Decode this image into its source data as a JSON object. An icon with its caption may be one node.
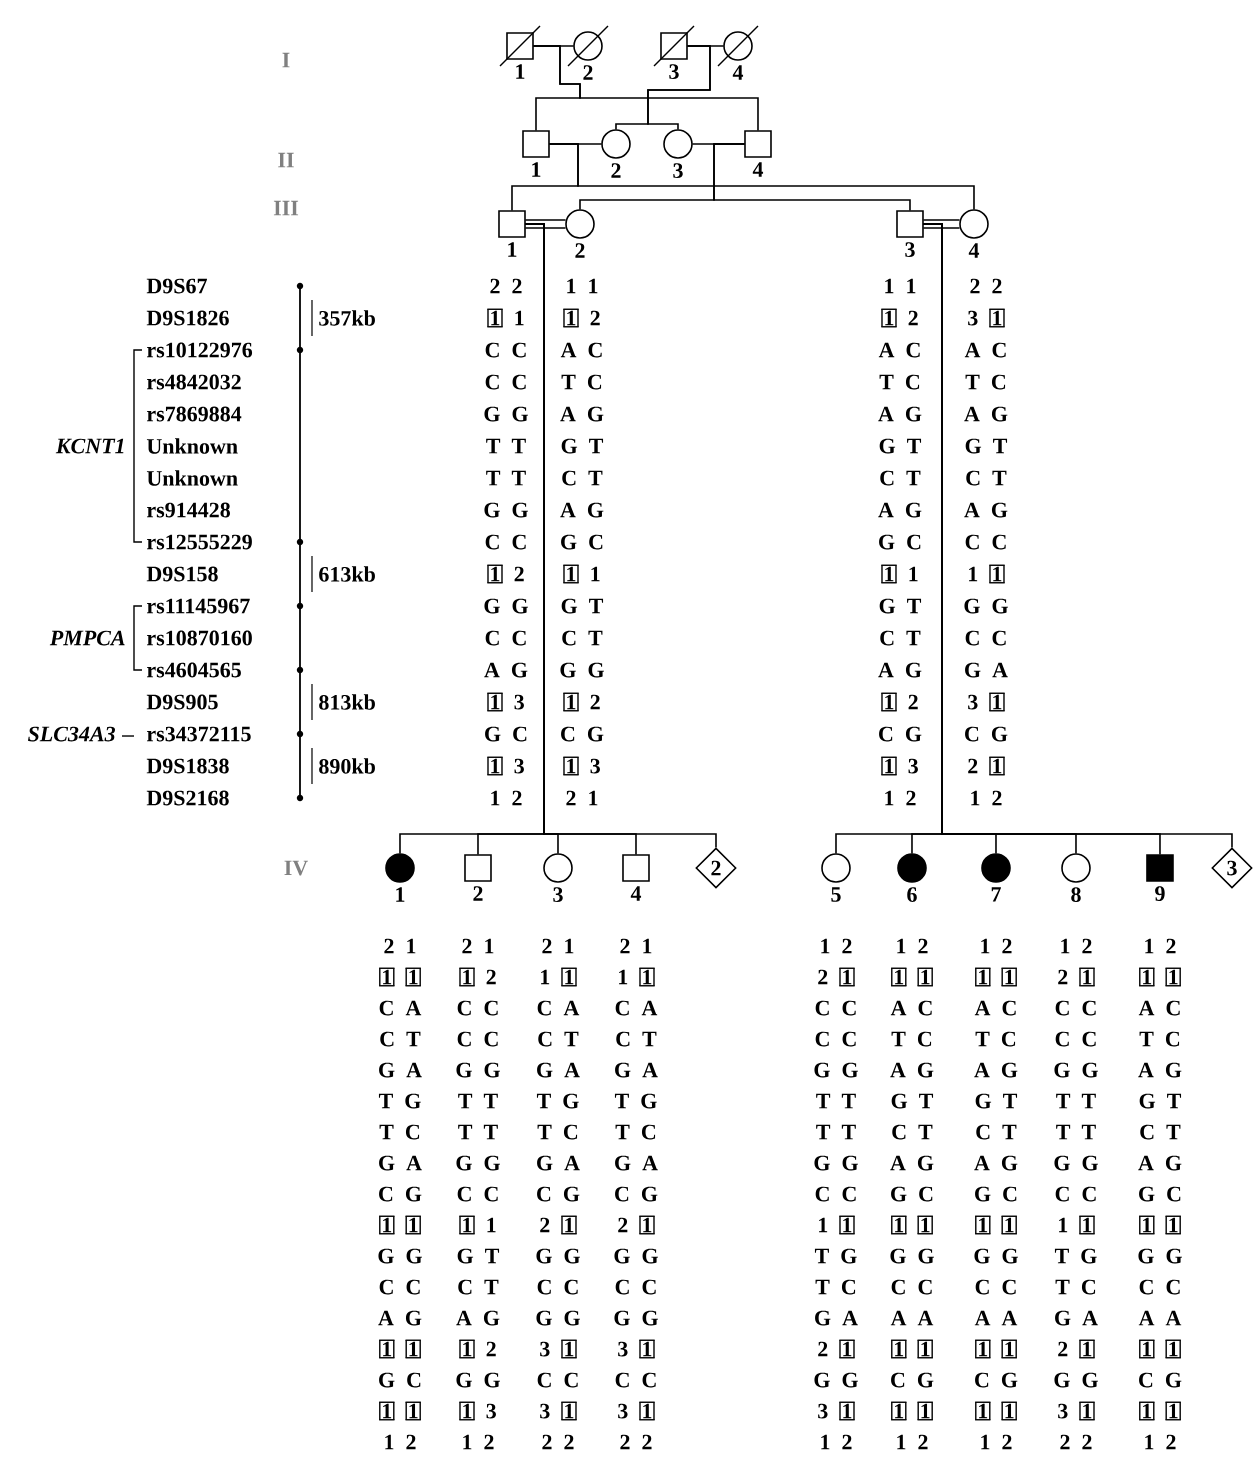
{
  "diagram": {
    "nodes": [
      {
        "text": [
          "1"
        ]
      },
      {
        "text": [
          "2"
        ]
      },
      {
        "text": [
          "3"
        ]
      },
      {
        "text": [
          "4"
        ]
      },
      {
        "text": [
          "1"
        ]
      },
      {
        "text": [
          "2"
        ]
      },
      {
        "text": [
          "3"
        ]
      },
      {
        "text": [
          "4"
        ]
      },
      {
        "text": [
          "1"
        ],
        "beside": [
          "2 2",
          "**1** 1",
          "C C",
          "C C",
          "G G",
          "T T",
          "T T",
          "G G",
          "C C",
          "**1** 2",
          "G G",
          "C C",
          "A G",
          "**1** 3",
          "G C",
          "**1** 3",
          "1 2"
        ]
      },
      {
        "text": [
          "2"
        ],
        "beside": [
          "1 1",
          "**1** 2",
          "A C",
          "T C",
          "A G",
          "G T",
          "C T",
          "A G",
          "G C",
          "**1** 1",
          "G T",
          "C T",
          "G G",
          "**1** 2",
          "C G",
          "**1** 3",
          "2 1"
        ]
      },
      {
        "text": [
          "3"
        ],
        "beside": [
          "1 1",
          "**1** 2",
          "A C",
          "T C",
          "A G",
          "G T",
          "C T",
          "A G",
          "G C",
          "**1** 1",
          "G T",
          "C T",
          "A G",
          "**1** 2",
          "C G",
          "**1** 3",
          "1 2"
        ]
      },
      {
        "text": [
          "4"
        ],
        "beside": [
          "2 2",
          "3 **1**",
          "A C",
          "T C",
          "A G",
          "G T",
          "C T",
          "A G",
          "C C",
          "1 **1**",
          "G G",
          "C C",
          "G A",
          "3 **1**",
          "C G",
          "2 **1**",
          "1 2"
        ]
      },
      {
        "text": [
          "1"
        ],
        "beside": [
          "2 1",
          "**1** **1**",
          "C A",
          "C T",
          "G A",
          "T G",
          "T C",
          "G A",
          "C G",
          "**1** **1**",
          "G G",
          "C C",
          "A G",
          "**1** **1**",
          "G C",
          "**1** **1**",
          "1 2"
        ]
      },
      {
        "text": [
          "2"
        ],
        "beside": [
          "2 1",
          "**1** 2",
          "C C",
          "C C",
          "G G",
          "T T",
          "T T",
          "G G",
          "C C",
          "**1** 1",
          "G T",
          "C T",
          "A G",
          "**1** 2",
          "G G",
          "**1** 3",
          "1 2"
        ]
      },
      {
        "text": [
          "3"
        ],
        "beside": [
          "2 1",
          "1 **1**",
          "C A",
          "C T",
          "G A",
          "T G",
          "T C",
          "G A",
          "C G",
          "2 **1**",
          "G G",
          "C C",
          "G G",
          "3 **1**",
          "C C",
          "3 **1**",
          "2 2"
        ]
      },
      {
        "text": [
          "4"
        ],
        "beside": [
          "2 1",
          "1 **1**",
          "C A",
          "C T",
          "G A",
          "T G",
          "T C",
          "G A",
          "C G",
          "2 **1**",
          "G G",
          "C C",
          "G G",
          "3 **1**",
          "C C",
          "3 **1**",
          "2 2"
        ]
      },
      {
        "text": [
          "2"
        ]
      },
      {
        "text": [
          "5"
        ],
        "beside": [
          "1 2",
          "2 **1**",
          "C C",
          "C C",
          "G G",
          "T T",
          "T T",
          "G G",
          "C C",
          "1 **1**",
          "T G",
          "T C",
          "G A",
          "2 **1**",
          "G G",
          "3 **1**",
          "1 2"
        ]
      },
      {
        "text": [
          "6"
        ],
        "beside": [
          "1 2",
          "**1** **1**",
          "A C",
          "T C",
          "A G",
          "G T",
          "C T",
          "A G",
          "G C",
          "**1** **1**",
          "G G",
          "C C",
          "A A",
          "**1** **1**",
          "C G",
          "**1** **1**",
          "1 2"
        ]
      },
      {
        "text": [
          "7"
        ],
        "beside": [
          "1 2",
          "**1** **1**",
          "A C",
          "T C",
          "A G",
          "G T",
          "C T",
          "A G",
          "G C",
          "**1** **1**",
          "G G",
          "C C",
          "A A",
          "**1** **1**",
          "C G",
          "**1** **1**",
          "1 2"
        ]
      },
      {
        "text": [
          "8"
        ],
        "beside": [
          "1 2",
          "2 **1**",
          "C C",
          "C C",
          "G G",
          "T T",
          "T T",
          "G G",
          "C C",
          "1 **1**",
          "T G",
          "T C",
          "G A",
          "2 **1**",
          "G G",
          "3 **1**",
          "2 2"
        ]
      },
      {
        "text": [
          "9"
        ],
        "beside": [
          "1 2",
          "**1** **1**",
          "A C",
          "T C",
          "A G",
          "G T",
          "C T",
          "A G",
          "G C",
          "**1** **1**",
          "G G",
          "C C",
          "A A",
          "**1** **1**",
          "C G",
          "**1** **1**",
          "1 2"
        ]
      },
      {
        "text": [
          "3"
        ]
      }
    ],
    "edges": [
      {
        "from": 0,
        "to": 1,
        "arrow": "none"
      },
      {
        "from": 2,
        "to": 3,
        "arrow": "none"
      },
      {
        "from": 4,
        "to": 5,
        "arrow": "none"
      },
      {
        "from": 6,
        "to": 7,
        "arrow": "none"
      },
      {
        "from": 8,
        "to": 9,
        "arrow": "none"
      },
      {
        "from": 10,
        "to": 11,
        "arrow": "none"
      },
      {
        "from": 0,
        "to": 4,
        "arrow": "none"
      },
      {
        "from": 0,
        "to": 7,
        "arrow": "none"
      },
      {
        "from": 2,
        "to": 5,
        "arrow": "none"
      },
      {
        "from": 2,
        "to": 6,
        "arrow": "none"
      },
      {
        "from": 4,
        "to": 8,
        "arrow": "none"
      },
      {
        "from": 4,
        "to": 11,
        "arrow": "none"
      },
      {
        "from": 7,
        "to": 9,
        "arrow": "none"
      },
      {
        "from": 7,
        "to": 10,
        "arrow": "none"
      },
      {
        "from": 8,
        "to": 12,
        "arrow": "none"
      },
      {
        "from": 8,
        "to": 13,
        "arrow": "none"
      },
      {
        "from": 8,
        "to": 14,
        "arrow": "none"
      },
      {
        "from": 8,
        "to": 15,
        "arrow": "none"
      },
      {
        "from": 8,
        "to": 16,
        "arrow": "none"
      },
      {
        "from": 10,
        "to": 17,
        "arrow": "none"
      },
      {
        "from": 10,
        "to": 18,
        "arrow": "none"
      },
      {
        "from": 10,
        "to": 19,
        "arrow": "none"
      },
      {
        "from": 10,
        "to": 20,
        "arrow": "none"
      },
      {
        "from": 10,
        "to": 21,
        "arrow": "none"
      },
      {
        "from": 10,
        "to": 22,
        "arrow": "none"
      }
    ],
    "labels": [
      "I",
      "II",
      "III",
      "IV",
      "D9S67",
      "D9S1826",
      "rs10122976",
      "rs4842032",
      "rs7869884",
      "Unknown",
      "Unknown",
      "rs914428",
      "rs12555229",
      "D9S158",
      "rs11145967",
      "rs10870160",
      "rs4604565",
      "D9S905",
      "rs34372115",
      "D9S1838",
      "D9S2168",
      "357kb",
      "613kb",
      "813kb",
      "890kb",
      "KCNT1",
      "PMPCA",
      "SLC34A3"
    ]
  }
}
